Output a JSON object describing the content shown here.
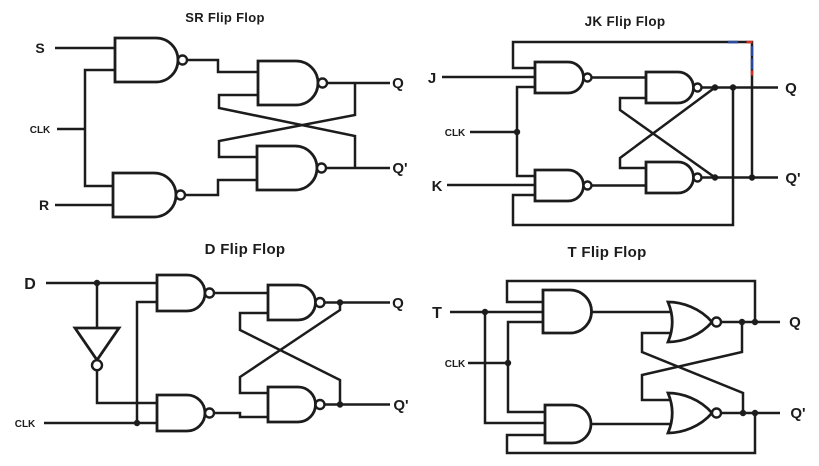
{
  "colors": {
    "background": "#ffffff",
    "line": "#1c1c1c",
    "artifact_blue": "#2b4a9b",
    "artifact_red": "#d93025"
  },
  "panels": {
    "sr": {
      "title": "SR Flip Flop",
      "labels": {
        "in1": "S",
        "clk": "CLK",
        "in2": "R",
        "q": "Q",
        "qn": "Q'"
      }
    },
    "jk": {
      "title": "JK Flip Flop",
      "labels": {
        "in1": "J",
        "clk": "CLK",
        "in2": "K",
        "q": "Q",
        "qn": "Q'"
      }
    },
    "d": {
      "title": "D Flip Flop",
      "labels": {
        "in1": "D",
        "clk": "CLK",
        "q": "Q",
        "qn": "Q'"
      }
    },
    "t": {
      "title": "T Flip Flop",
      "labels": {
        "in1": "T",
        "clk": "CLK",
        "q": "Q",
        "qn": "Q'"
      }
    }
  }
}
